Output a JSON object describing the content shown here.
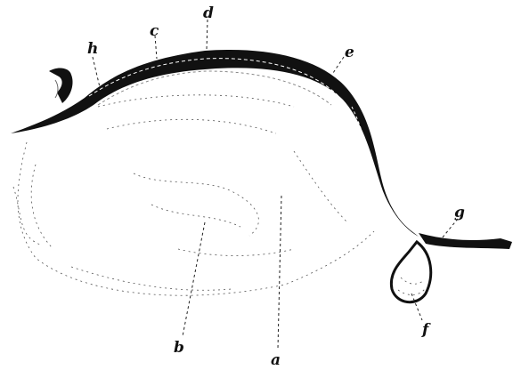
{
  "figure": {
    "labels": {
      "a": "a",
      "b": "b",
      "c": "c",
      "d": "d",
      "e": "e",
      "f": "f",
      "g": "g",
      "h": "h"
    },
    "colors": {
      "ink": "#111111",
      "paper": "#ffffff"
    }
  }
}
